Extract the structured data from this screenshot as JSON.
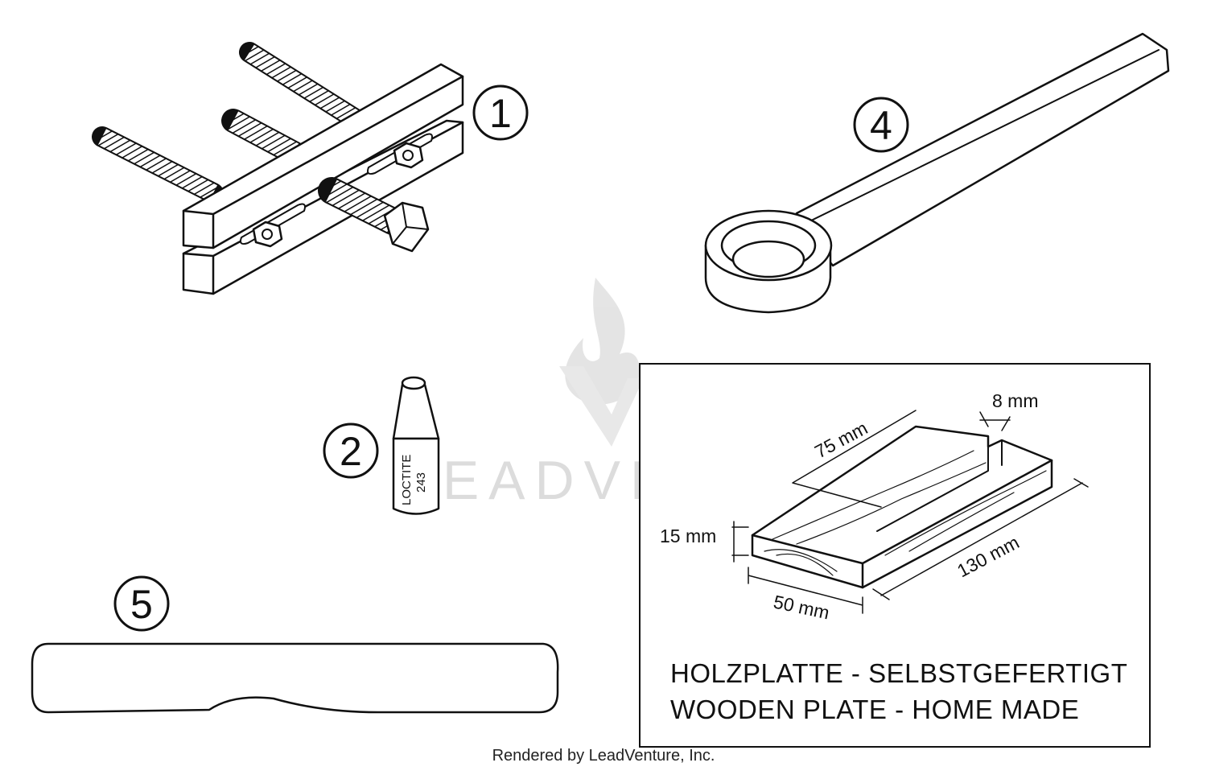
{
  "callouts": {
    "c1": "1",
    "c2": "2",
    "c4": "4",
    "c5": "5"
  },
  "loctite": {
    "brand": "LOCTITE",
    "number": "243"
  },
  "wooden_plate": {
    "dim_length_groove": "75 mm",
    "dim_groove_width": "8 mm",
    "dim_thickness": "15 mm",
    "dim_length": "130 mm",
    "dim_width": "50 mm",
    "caption_de": "HOLZPLATTE - SELBSTGEFERTIGT",
    "caption_en": "WOODEN PLATE - HOME MADE"
  },
  "watermark": "LEADVENTURE",
  "footer": "Rendered by LeadVenture, Inc."
}
